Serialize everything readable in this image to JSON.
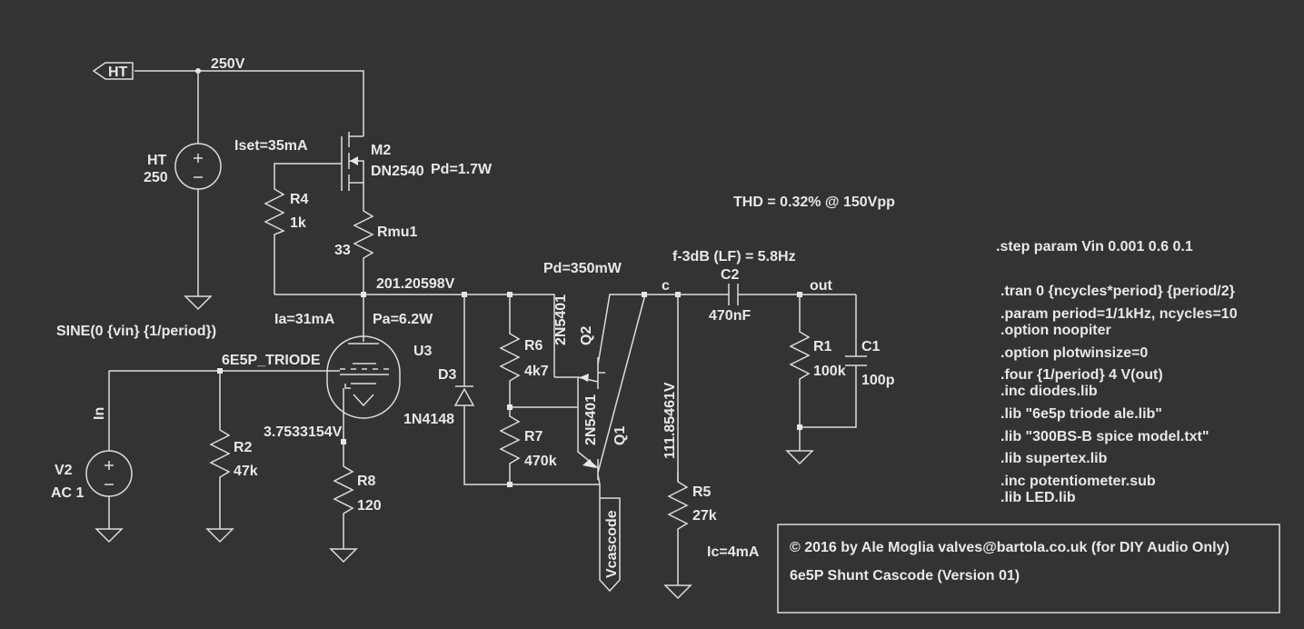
{
  "labels": {
    "ht_rail_voltage": "250V",
    "ht_flag": "HT",
    "ht_source_name": "HT",
    "ht_source_value": "250",
    "iset": "Iset=35mA",
    "m2_name": "M2",
    "m2_part": "DN2540",
    "m2_pd": "Pd=1.7W",
    "r4_name": "R4",
    "r4_value": "1k",
    "rmu1_name": "Rmu1",
    "rmu1_value": "33",
    "node_anode_voltage": "201.20598V",
    "ia": "Ia=31mA",
    "pa": "Pa=6.2W",
    "sine_spec": "SINE(0 {vin} {1/period})",
    "u3_name": "U3",
    "u3_model": "6E5P_TRIODE",
    "cathode_voltage": "3.7533154V",
    "r8_name": "R8",
    "r8_value": "120",
    "in_label": "In",
    "r2_name": "R2",
    "r2_value": "47k",
    "v2_name": "V2",
    "v2_value": "AC 1",
    "d3_name": "D3",
    "d3_part": "1N4148",
    "r6_name": "R6",
    "r6_value": "4k7",
    "r7_name": "R7",
    "r7_value": "470k",
    "q2_part": "2N5401",
    "q2_name": "Q2",
    "q1_part": "2N5401",
    "q1_name": "Q1",
    "q_pd": "Pd=350mW",
    "vcascode": "Vcascode",
    "node_c": "c",
    "emitter_voltage": "111.85461V",
    "r5_name": "R5",
    "r5_value": "27k",
    "ic": "Ic=4mA",
    "f3db": "f-3dB (LF) = 5.8Hz",
    "c2_name": "C2",
    "c2_value": "470nF",
    "out_label": "out",
    "r1_name": "R1",
    "r1_value": "100k",
    "c1_name": "C1",
    "c1_value": "100p",
    "thd": "THD = 0.32% @ 150Vpp"
  },
  "directives": [
    ".step param Vin  0.001 0.6 0.1",
    ".tran 0 {ncycles*period} {period/2}",
    ".param period=1/1kHz, ncycles=10",
    ".option noopiter",
    ".option plotwinsize=0",
    ".four {1/period} 4 V(out)",
    ".inc diodes.lib",
    ".lib \"6e5p triode ale.lib\"",
    ".lib \"300BS-B spice model.txt\"",
    ".lib supertex.lib",
    ".inc potentiometer.sub",
    ".lib LED.lib"
  ],
  "credit": {
    "line1": "© 2016 by Ale Moglia valves@bartola.co.uk (for DIY Audio Only)",
    "line2": "6e5P Shunt Cascode  (Version 01)"
  }
}
